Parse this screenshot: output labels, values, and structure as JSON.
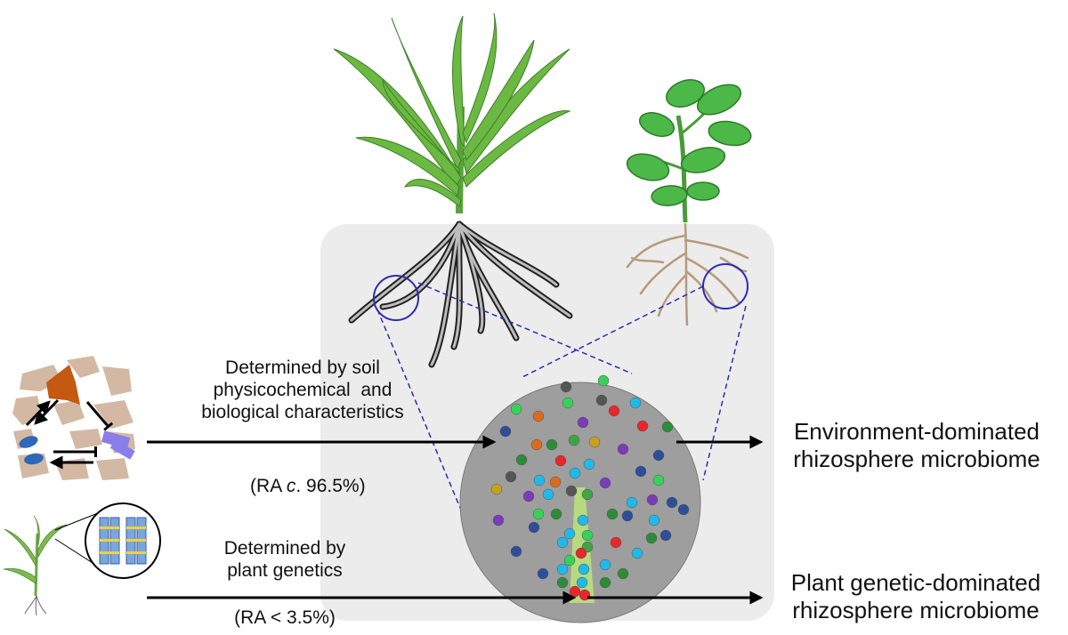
{
  "soil_path": {
    "line1": "Determined by soil",
    "line2": "physicochemical  and",
    "line3": "biological characteristics",
    "ra_prefix": "(RA ",
    "ra_italic": "c",
    "ra_suffix": ". 96.5%)"
  },
  "genetic_path": {
    "line1": "Determined by",
    "line2": "plant genetics",
    "ra": "(RA < 3.5%)"
  },
  "outcomes": {
    "environment_line1": "Environment-dominated",
    "environment_line2": "rhizosphere microbiome",
    "genetic_line1": "Plant genetic-dominated",
    "genetic_line2": "rhizosphere microbiome"
  },
  "colors": {
    "panel": "#ececec",
    "microbiome_circle": "#9e9e9e",
    "zoom_circle": "#2b2bb8",
    "arrow": "#000000",
    "maize_leaf": "#6bb843",
    "soybean_leaf": "#4cb848",
    "maize_root": "#333333",
    "soybean_root": "#b89a7a",
    "soil_particle": "#d3b9a3",
    "chromosome": "#7aa6df",
    "chromosome_band": "#f2d13a"
  },
  "icons": [
    "maize-plant-icon",
    "soybean-plant-icon",
    "soil-aggregate-icon",
    "seedling-icon",
    "chromosome-icon"
  ]
}
